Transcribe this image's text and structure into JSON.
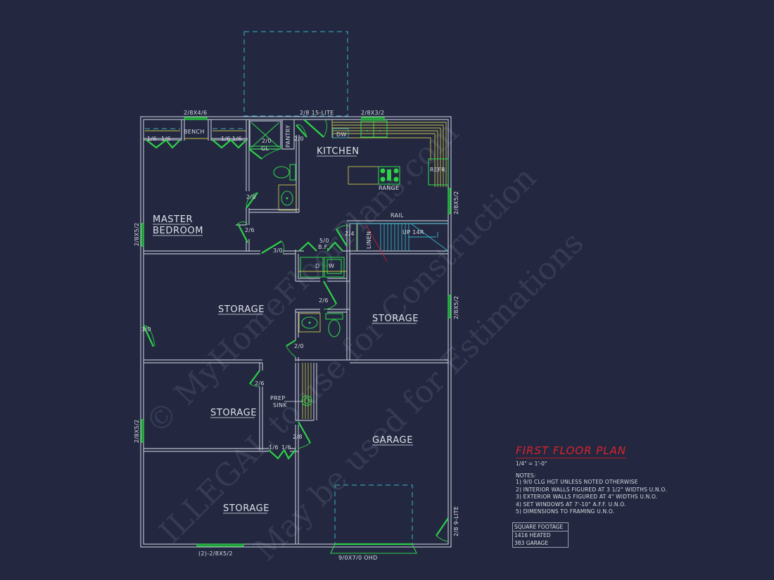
{
  "plan": {
    "title": "FIRST FLOOR PLAN",
    "scale": "1/4\" = 1'-0\"",
    "notes_heading": "NOTES:",
    "notes": [
      "1)  9/0 CLG HGT UNLESS NOTED OTHERWISE",
      "2)  INTERIOR WALLS FIGURED AT 3 1/2\" WIDTHS U.N.O.",
      "3)  EXTERIOR WALLS FIGURED AT 4\" WIDTHS U.N.O.",
      "4)  SET WINDOWS AT 7'-10\" A.F.F. U.N.O.",
      "5)  DIMENSIONS TO FRAMING U.N.O."
    ],
    "square_footage": {
      "heading": "SQUARE FOOTAGE",
      "heated": "1416 HEATED",
      "garage": "383 GARAGE"
    },
    "accent_colors": {
      "background": "#232840",
      "walls": "#b8bccb",
      "doors_windows": "#2fd04a",
      "cabinets": "#c8c24a",
      "dashed": "#3ab3c4",
      "title": "#e0202a"
    }
  },
  "rooms": {
    "master_bedroom_1": "MASTER",
    "master_bedroom_2": "BEDROOM",
    "kitchen": "KITCHEN",
    "storage_1": "STORAGE",
    "storage_2": "STORAGE",
    "storage_3": "STORAGE",
    "storage_4": "STORAGE",
    "garage": "GARAGE"
  },
  "labels": {
    "win_top_left": "2/8X4/6",
    "door_top": "2/8 15-LITE",
    "win_top_kitchen": "2/8X3/2",
    "bench": "BENCH",
    "closet_doors": [
      "1/6",
      "1/6",
      "1/6",
      "1/6"
    ],
    "shower_door": "2/0",
    "shower_gl": "GL",
    "pantry": "PANTRY",
    "pantry_door": "2/0",
    "dw": "DW",
    "range": "RANGE",
    "refr": "REFR.",
    "win_right_kitchen": "2/8X5/2",
    "bath_door": "2/0",
    "bed_door": "2/6",
    "hall_door": "3/0",
    "bifold": "5/0",
    "bifold_2": "B.F.",
    "linen_door": "2/4",
    "linen": "LINEN",
    "rail": "RAIL",
    "stairs": "UP 14R",
    "dryer": "D",
    "washer": "W",
    "win_left_bed": "2/8X5/2",
    "storage_door_left": "3/0",
    "laundry_door": "2/6",
    "half_bath_door": "2/0",
    "win_right_storage": "2/8X5/2",
    "storage2_door": "2/6",
    "prep_sink_1": "PREP",
    "prep_sink_2": "SINK",
    "garage_door_small": "2/8",
    "closet2_doors": [
      "1/6",
      "1/6"
    ],
    "win_left_storage": "2/8X5/2",
    "win_bottom": "(2)-2/8X5/2",
    "garage_door": "9/0X7/0 OHD",
    "garage_side_door": "2/8 9-LITE"
  },
  "watermark": {
    "line1": "© MyHomeFloorPlans.com",
    "line2": "ILLEGAL to use for Construction",
    "line3": "May be used for Estimations"
  }
}
